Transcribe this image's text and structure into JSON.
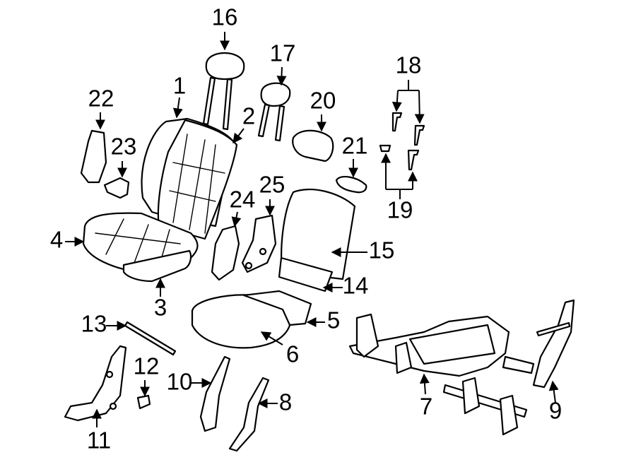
{
  "diagram": {
    "type": "exploded-parts-view",
    "callouts": [
      {
        "id": "c1",
        "label": "1"
      },
      {
        "id": "c2",
        "label": "2"
      },
      {
        "id": "c3",
        "label": "3"
      },
      {
        "id": "c4",
        "label": "4"
      },
      {
        "id": "c5",
        "label": "5"
      },
      {
        "id": "c6",
        "label": "6"
      },
      {
        "id": "c7",
        "label": "7"
      },
      {
        "id": "c8",
        "label": "8"
      },
      {
        "id": "c9",
        "label": "9"
      },
      {
        "id": "c10",
        "label": "10"
      },
      {
        "id": "c11",
        "label": "11"
      },
      {
        "id": "c12",
        "label": "12"
      },
      {
        "id": "c13",
        "label": "13"
      },
      {
        "id": "c14",
        "label": "14"
      },
      {
        "id": "c15",
        "label": "15"
      },
      {
        "id": "c16",
        "label": "16"
      },
      {
        "id": "c17",
        "label": "17"
      },
      {
        "id": "c18",
        "label": "18"
      },
      {
        "id": "c19",
        "label": "19"
      },
      {
        "id": "c20",
        "label": "20"
      },
      {
        "id": "c21",
        "label": "21"
      },
      {
        "id": "c22",
        "label": "22"
      },
      {
        "id": "c23",
        "label": "23"
      },
      {
        "id": "c24",
        "label": "24"
      },
      {
        "id": "c25",
        "label": "25"
      }
    ]
  }
}
